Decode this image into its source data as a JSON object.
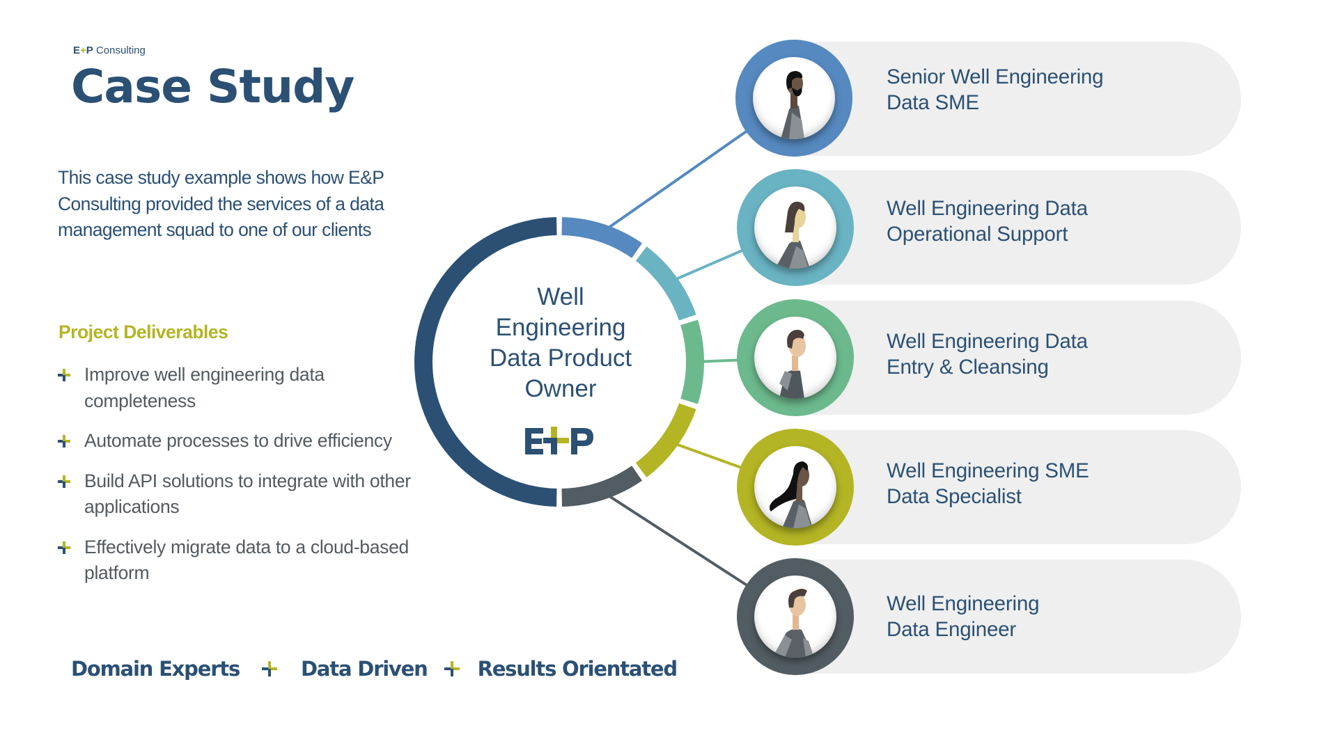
{
  "header": {
    "brand_prefix": "E",
    "brand_plus": "+",
    "brand_suffix": "P",
    "brand_name": "Consulting",
    "title": "Case Study"
  },
  "intro": "This case study example shows how E&P Consulting provided the services of a data management squad to one of our clients",
  "deliverables": {
    "heading": "Project Deliverables",
    "items": [
      "Improve well engineering data completeness",
      "Automate processes to drive efficiency",
      "Build API solutions to integrate with other applications",
      "Effectively migrate data to a cloud-based platform"
    ]
  },
  "tagline": [
    "Domain Experts",
    "Data Driven",
    "Results Orientated"
  ],
  "center": {
    "label_lines": [
      "Well",
      "Engineering",
      "Data Product",
      "Owner"
    ],
    "logo": "E+P",
    "ring_color": "#2b5074"
  },
  "roles": [
    {
      "lines": [
        "Senior Well Engineering",
        "Data SME"
      ],
      "color": "#5589bf",
      "avatar": "bearded-man-avatar-icon"
    },
    {
      "lines": [
        "Well Engineering Data",
        "Operational Support"
      ],
      "color": "#6ab3c3",
      "avatar": "woman-short-hair-avatar-icon"
    },
    {
      "lines": [
        "Well Engineering Data",
        "Entry & Cleansing"
      ],
      "color": "#6cb98d",
      "avatar": "young-man-avatar-icon"
    },
    {
      "lines": [
        "Well Engineering SME",
        "Data Specialist"
      ],
      "color": "#b3b524",
      "avatar": "woman-long-hair-avatar-icon"
    },
    {
      "lines": [
        "Well Engineering",
        "Data Engineer"
      ],
      "color": "#525d63",
      "avatar": "man-avatar-icon"
    }
  ],
  "colors": {
    "navy": "#2b5074",
    "lime": "#b3b524",
    "body_gray": "#525a60",
    "pill_bg": "#efefef"
  }
}
